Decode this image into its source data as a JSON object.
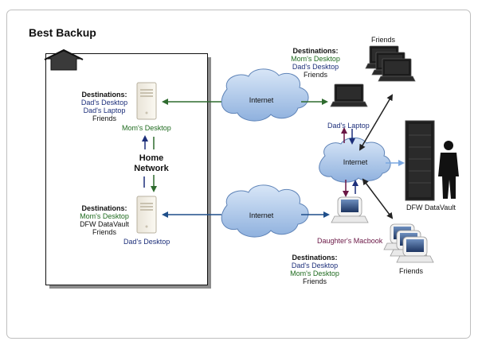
{
  "title": "Best Backup",
  "home_network": {
    "line1": "Home",
    "line2": "Network"
  },
  "moms_desktop": {
    "label": "Mom's Desktop",
    "dest_title": "Destinations",
    "destinations": [
      "Dad's Desktop",
      "Dad's Laptop",
      "Friends"
    ]
  },
  "dads_desktop": {
    "label": "Dad's Desktop",
    "dest_title": "Destinations",
    "destinations": [
      "Mom's Desktop",
      "DFW DataVault",
      "Friends"
    ]
  },
  "dads_laptop": {
    "label": "Dad's Laptop",
    "dest_title": "Destinations",
    "destinations": [
      "Mom's Desktop",
      "Dad's Desktop",
      "Friends"
    ]
  },
  "daughters_macbook": {
    "label": "Daughter's Macbook",
    "dest_title": "Destinations",
    "destinations": [
      "Dad's Desktop",
      "Mom's Desktop",
      "Friends"
    ]
  },
  "internet_label": "Internet",
  "friends_top": "Friends",
  "friends_bottom": "Friends",
  "datavault": "DFW DataVault",
  "colors": {
    "green_arrow": "#2e6b2e",
    "blue_arrow": "#1f4f8a",
    "purple_arrow": "#6a1745",
    "light_blue_arrow": "#7aa7e0",
    "cloud": "#a9c6e9"
  }
}
